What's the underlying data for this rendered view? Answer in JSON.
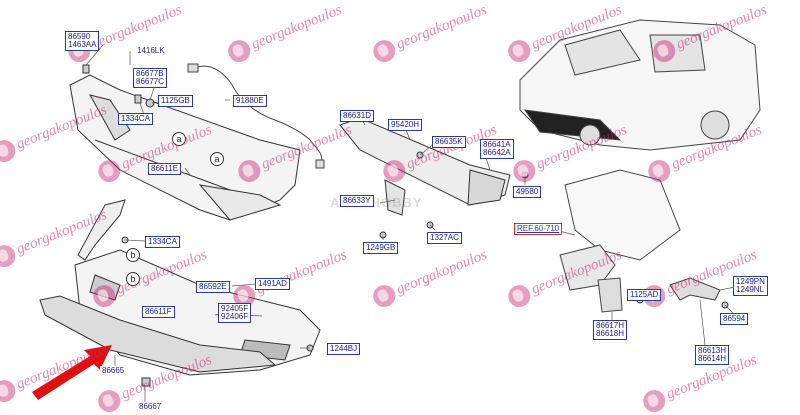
{
  "labels": {
    "l86590": "86590\n1463AA",
    "l1416LK": "1416LK",
    "l86677": "86677B\n86677C",
    "l91880E": "91880E",
    "l1125GB": "1125GB",
    "l1334CA_top": "1334CA",
    "l86611E": "86611E",
    "l1334CA_low": "1334CA",
    "l86592E": "86592E",
    "l86611F": "86611F",
    "l92405": "92405F\n92406F",
    "l1491AD": "1491AD",
    "l1244BJ": "1244BJ",
    "l86665": "86665",
    "l86667": "86667",
    "l86631D": "86631D",
    "l95420H": "95420H",
    "l86635K": "86635K",
    "l86641": "86641A\n86642A",
    "l49580": "49580",
    "l86633Y": "86633Y",
    "l1249GB": "1249GB",
    "l1327AC": "1327AC",
    "lREF": "REF.60-710",
    "l1249PN": "1249PN\n1249NL",
    "l1125AD": "1125AD",
    "l86617H": "86617H\n86618H",
    "l86594": "86594",
    "l86613H": "86613H\n86614H"
  },
  "markers": {
    "a1": "a",
    "a2": "a",
    "b1": "b",
    "b2": "b"
  },
  "watermark_text": "georgakopoulos",
  "background_mark": "AUTOHOBBY",
  "colors": {
    "label_text": "#1a1a8a",
    "watermark": "#c8286e",
    "arrow": "#e01010"
  }
}
